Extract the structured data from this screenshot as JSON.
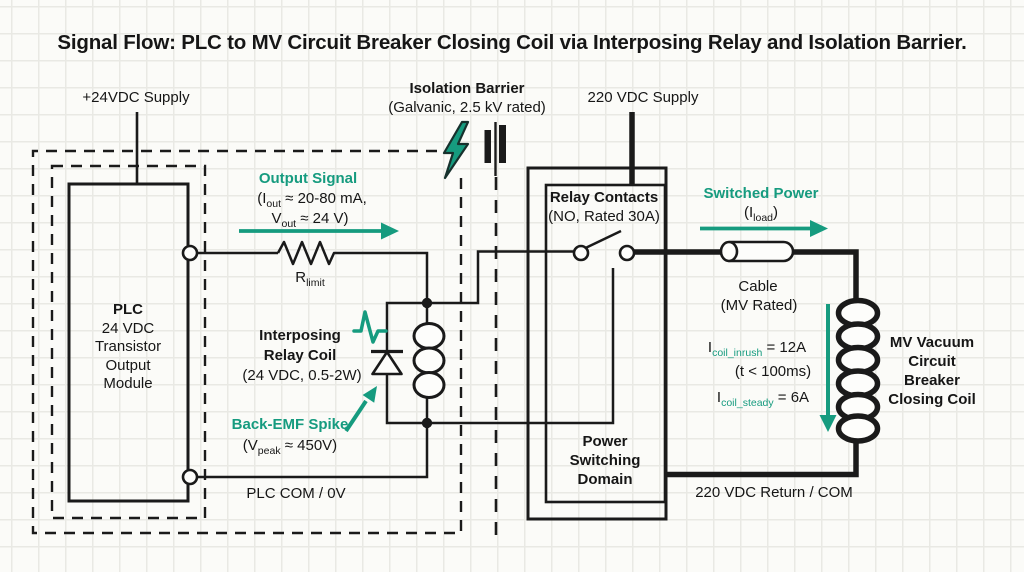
{
  "colors": {
    "teal": "#169b7f",
    "ink": "#1a1a1a"
  },
  "title": "Signal Flow: PLC to MV Circuit Breaker Closing Coil via Interposing Relay and Isolation Barrier.",
  "supplies": {
    "dc24": "+24VDC Supply",
    "dc220": "220 VDC Supply"
  },
  "isolation": {
    "title": "Isolation Barrier",
    "subtitle": "(Galvanic, 2.5 kV rated)"
  },
  "plc": {
    "line1": "PLC",
    "line2": "24 VDC",
    "line3": "Transistor",
    "line4": "Output",
    "line5": "Module",
    "com_label": "PLC COM / 0V"
  },
  "output_signal": {
    "title": "Output Signal",
    "i_pre": "(I",
    "i_sub": "out",
    "i_post": " ≈ 20-80 mA,",
    "v_pre": "V",
    "v_sub": "out",
    "v_post": " ≈ 24 V)"
  },
  "resistor": {
    "pre": "R",
    "sub": "limit"
  },
  "interposing_relay": {
    "title_line1": "Interposing",
    "title_line2": "Relay Coil",
    "subtitle": "(24 VDC, 0.5-2W)"
  },
  "backemf": {
    "title": "Back-EMF Spike",
    "v_pre": "(V",
    "v_sub": "peak",
    "v_post": " ≈ 450V)"
  },
  "relay_contacts": {
    "title": "Relay Contacts",
    "subtitle": "(NO, Rated 30A)"
  },
  "switched_power": {
    "title": "Switched Power",
    "i_pre": "(I",
    "i_sub": "load",
    "i_post": ")"
  },
  "cable": {
    "line1": "Cable",
    "line2": "(MV Rated)"
  },
  "currents": {
    "inrush_pre": "I",
    "inrush_sub": "coil_inrush",
    "inrush_post": " = 12A",
    "inrush_time": "(t < 100ms)",
    "steady_pre": "I",
    "steady_sub": "coil_steady",
    "steady_post": " = 6A"
  },
  "mv_coil": {
    "line1": "MV Vacuum",
    "line2": "Circuit",
    "line3": "Breaker",
    "line4": "Closing Coil"
  },
  "power_domain": {
    "line1": "Power",
    "line2": "Switching",
    "line3": "Domain",
    "return_label": "220 VDC Return / COM"
  }
}
